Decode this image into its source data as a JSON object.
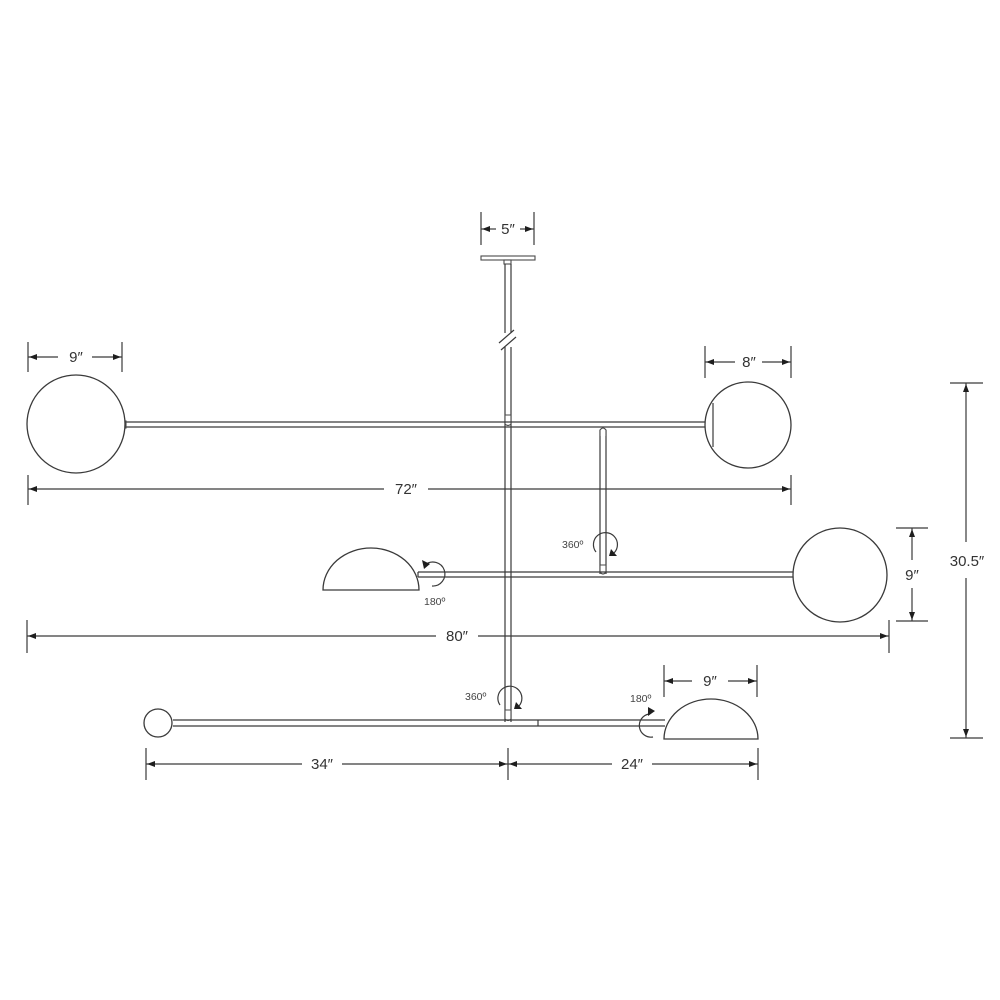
{
  "diagram": {
    "type": "technical-dimension-drawing",
    "subject": "mobile-style pendant chandelier with globe and dome shades",
    "colors": {
      "line": "#3a3a3a",
      "background": "#ffffff",
      "text": "#333333"
    }
  },
  "dimensions": {
    "canopy_width": "5″",
    "top_left_globe": "9″",
    "top_right_globe": "8″",
    "top_arm_span": "72″",
    "middle_right_globe": "9″",
    "middle_arm_span": "80″",
    "overall_height": "30.5″",
    "bottom_dome": "9″",
    "bottom_left_reach": "34″",
    "bottom_right_reach": "24″"
  },
  "rotations": {
    "upper_joint": "360º",
    "middle_dome_pivot": "180º",
    "lower_joint": "360º",
    "bottom_dome_pivot": "180º"
  }
}
